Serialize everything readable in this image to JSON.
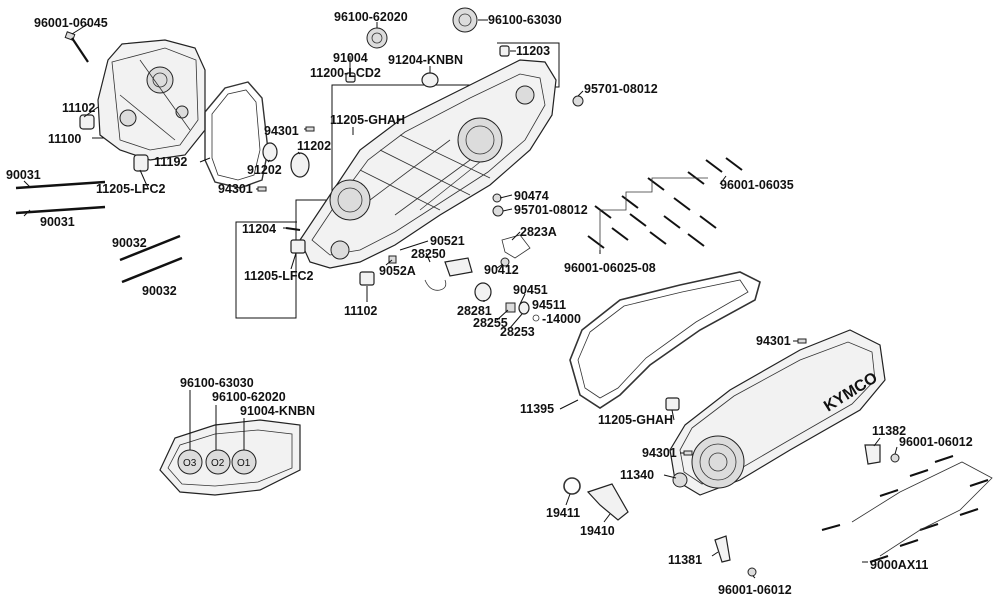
{
  "labels": {
    "l96001_06045": "96001-06045",
    "l96100_62020_top": "96100-62020",
    "l96100_63030_top": "96100-63030",
    "l91004": "91004",
    "l91204": "91204-KNBN",
    "l11203": "11203",
    "l11200": "11200-LCD2",
    "l95701_top": "95701-08012",
    "l11102_top": "11102",
    "l11100": "11100",
    "l94301_a": "94301",
    "l11205_ghah_top": "11205-GHAH",
    "l11202": "11202",
    "l11192": "11192",
    "l91202": "91202",
    "l11205_lfc2_top": "11205-LFC2",
    "l94301_b": "94301",
    "l90031_a": "90031",
    "l90031_b": "90031",
    "l90474": "90474",
    "l95701_mid": "95701-08012",
    "l96001_06035": "96001-06035",
    "l11204": "11204",
    "l90521": "90521",
    "l2823a": "2823A",
    "l28250": "28250",
    "l90032_a": "90032",
    "l9052a": "9052A",
    "l90412": "90412",
    "l96001_06025": "96001-06025-08",
    "l11205_lfc2_bot": "11205-LFC2",
    "l90032_b": "90032",
    "l90451": "90451",
    "l94511": "94511",
    "l11102_bot": "11102",
    "l28281": "28281",
    "l14000": "-14000",
    "l28255": "28255",
    "l28253": "28253",
    "l94301_c": "94301",
    "l96100_63030_bot": "96100-63030",
    "l96100_62020_bot": "96100-62020",
    "l91004_knbn": "91004-KNBN",
    "l11395": "11395",
    "l11205_ghah_bot": "11205-GHAH",
    "l11382": "11382",
    "l96001_06012_a": "96001-06012",
    "l94301_d": "94301",
    "l11340": "11340",
    "l19411": "19411",
    "l19410": "19410",
    "l11381": "11381",
    "l96001_06012_b": "96001-06012",
    "l9000ax11": "9000AX11"
  },
  "cover_logo_text": "KYMCO",
  "bearing_numbers": [
    "O3",
    "O2",
    "O1"
  ]
}
